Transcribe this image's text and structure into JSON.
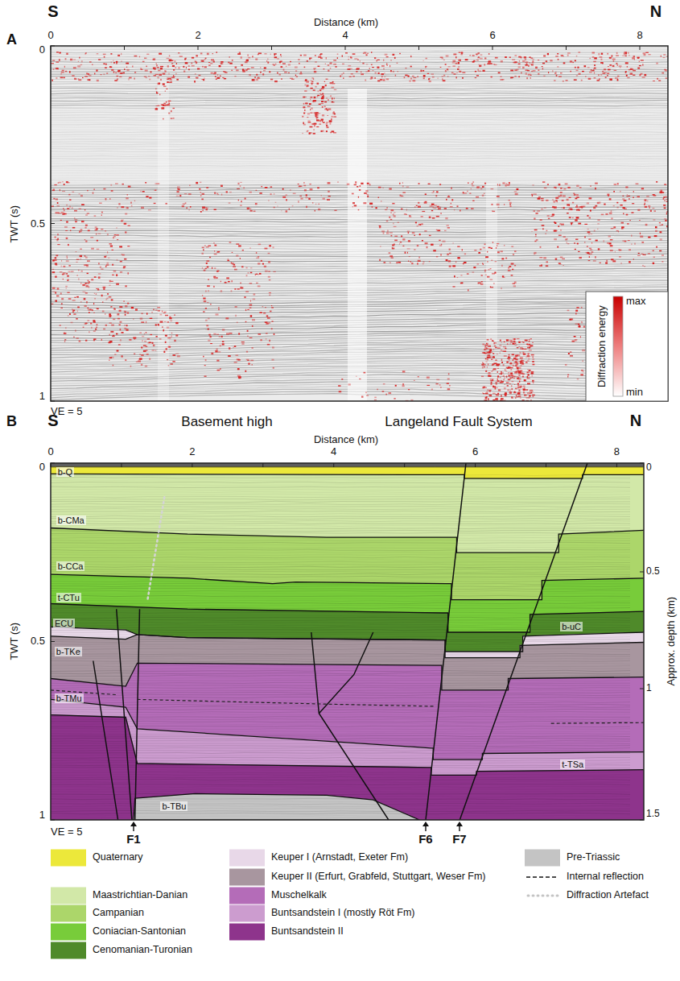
{
  "diagram": {
    "labels": [
      "A",
      "S",
      "Distance (km)",
      "N",
      "0",
      "2",
      "4",
      "6",
      "8",
      "TWT (s)",
      "0",
      "0.5",
      "1",
      "Diffraction energy",
      "max",
      "min",
      "VE = 5",
      "B",
      "S",
      "Basement high",
      "Distance (km)",
      "Langeland Fault System",
      "N",
      "0",
      "2",
      "4",
      "6",
      "8",
      "TWT (s)",
      "0",
      "0.5",
      "1",
      "Approx. depth (km)",
      "0",
      "0.5",
      "1",
      "1.5",
      "b-Q",
      "b-CMa",
      "b-CCa",
      "t-CTu",
      "ECU",
      "b-TKe",
      "b-TMu",
      "b-TBu",
      "b-uC",
      "t-TSa",
      "VE = 5",
      "F1",
      "F6",
      "F7"
    ],
    "legend": [
      {
        "text": "Quaternary",
        "color": "#ece83a"
      },
      {
        "text": "Maastrichtian-Danian",
        "color": "#d2e8a8"
      },
      {
        "text": "Campanian",
        "color": "#acd66a"
      },
      {
        "text": "Coniacian-Santonian",
        "color": "#78cc3a"
      },
      {
        "text": "Cenomanian-Turonian",
        "color": "#4f8a2a"
      },
      {
        "text": "Keuper I (Arnstadt, Exeter Fm)",
        "color": "#e8d8e8"
      },
      {
        "text": "Keuper II (Erfurt, Grabfeld, Stuttgart, Weser Fm)",
        "color": "#a8969f"
      },
      {
        "text": "Muschelkalk",
        "color": "#b46cb8"
      },
      {
        "text": "Buntsandstein I (mostly Röt Fm)",
        "color": "#cc9ccf"
      },
      {
        "text": "Buntsandstein II",
        "color": "#8e348c"
      },
      {
        "text": "Pre-Triassic",
        "color": "#c4c4c4"
      },
      {
        "text": "Internal reflection"
      },
      {
        "text": "Diffraction Artefact"
      }
    ]
  }
}
